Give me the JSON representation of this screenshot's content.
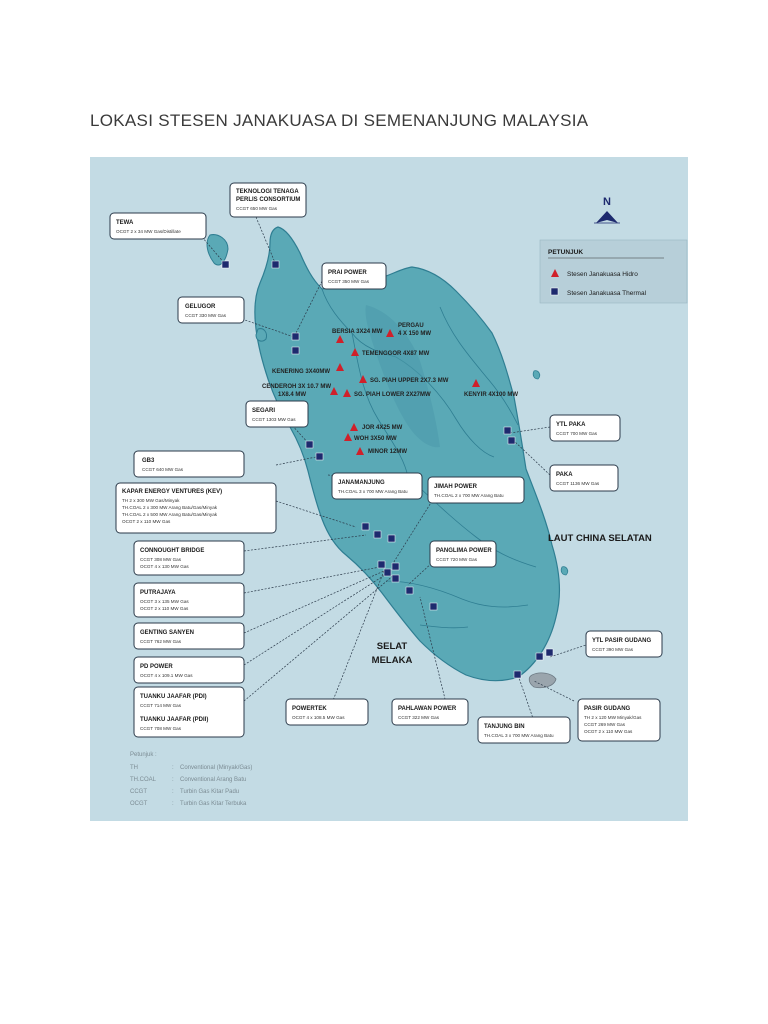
{
  "title": "LOKASI STESEN JANAKUASA DI SEMENANJUNG MALAYSIA",
  "colors": {
    "background": "#ffffff",
    "sea": "#c3dbe4",
    "land": "#5aa9b6",
    "land_dark": "#3e8ea0",
    "thermal": "#1d2a6e",
    "hydro": "#d0202a",
    "singapore": "#9aa5ad"
  },
  "legend": {
    "title": "PETUNJUK",
    "items": [
      {
        "label": "Stesen Janakuasa Hidro",
        "symbol": "red-triangle"
      },
      {
        "label": "Stesen Janakuasa Thermal",
        "symbol": "navy-square"
      }
    ]
  },
  "compass": {
    "label": "N"
  },
  "sea_labels": {
    "south_china_sea": "LAUT CHINA SELATAN",
    "strait_line1": "SELAT",
    "strait_line2": "MELAKA"
  },
  "stations": [
    {
      "id": "tewa",
      "name": "TEWA",
      "detail": "OCGT 2 x 34 MW Gas/Distillate"
    },
    {
      "id": "perlis",
      "name": "TEKNOLOGI TENAGA",
      "name2": "PERLIS CONSORTIUM",
      "detail": "CCGT 650 MW Gas"
    },
    {
      "id": "prai",
      "name": "PRAI POWER",
      "detail": "CCGT 350 MW Gas"
    },
    {
      "id": "gelugor",
      "name": "GELUGOR",
      "detail": "CCGT 330 MW Gas"
    },
    {
      "id": "segari",
      "name": "SEGARI",
      "detail": "CCGT 1303 MW Gas"
    },
    {
      "id": "gb3",
      "name": "GB3",
      "detail": "CCGT 640 MW Gas"
    },
    {
      "id": "kev",
      "name": "KAPAR ENERGY VENTURES (KEV)",
      "details": [
        "TH 2 x 300 MW Gas/Minyak",
        "TH.COAL 2 x 300 MW Arang Batu/Gas/Minyak",
        "TH.COAL 2 x 500 MW Arang Batu/Gas/Minyak",
        "OCGT 2 x 110 MW Gas"
      ]
    },
    {
      "id": "connought",
      "name": "CONNOUGHT BRIDGE",
      "details": [
        "CCGT 308 MW Gas",
        "OCGT 4 x 130 MW Gas"
      ]
    },
    {
      "id": "putrajaya",
      "name": "PUTRAJAYA",
      "details": [
        "OCGT 3 x 135 MW Gas",
        "OCGT 2 x 110 MW Gas"
      ]
    },
    {
      "id": "genting",
      "name": "GENTING SANYEN",
      "detail": "CCGT 762 MW Gas"
    },
    {
      "id": "pdpower",
      "name": "PD POWER",
      "detail": "OCGT 4 x 109.1 MW Gas"
    },
    {
      "id": "tuanku",
      "name": "TUANKU JAAFAR (PDI)",
      "detail": "CCGT 714 MW Gas",
      "name2": "TUANKU JAAFAR (PDII)",
      "detail2": "CCGT 708 MW Gas"
    },
    {
      "id": "janamanjung",
      "name": "JANAMANJUNG",
      "detail": "TH.COAL 3 x 700 MW Arang Batu"
    },
    {
      "id": "jimah",
      "name": "JIMAH POWER",
      "detail": "TH.COAL 2 x 700 MW Arang Batu"
    },
    {
      "id": "panglima",
      "name": "PANGLIMA POWER",
      "detail": "CCGT 720 MW Gas"
    },
    {
      "id": "powertek",
      "name": "POWERTEK",
      "detail": "OCGT 4 x 108.5 MW Gas"
    },
    {
      "id": "pahlawan",
      "name": "PAHLAWAN POWER",
      "detail": "CCGT 322 MW Gas"
    },
    {
      "id": "tanjungbin",
      "name": "TANJUNG BIN",
      "detail": "TH.COAL 3 x 700 MW Arang Batu"
    },
    {
      "id": "pasirgudang",
      "name": "PASIR GUDANG",
      "details": [
        "TH 2 x 120 MW Minyak/Gas",
        "CCGT 269 MW Gas",
        "OCGT 2 x 110 MW Gas"
      ]
    },
    {
      "id": "ytlpasir",
      "name": "YTL PASIR GUDANG",
      "detail": "CCGT 390 MW Gas"
    },
    {
      "id": "ytlpaka",
      "name": "YTL PAKA",
      "detail": "CCGT 700 MW Gas"
    },
    {
      "id": "paka",
      "name": "PAKA",
      "detail": "CCGT 1136 MW Gas"
    }
  ],
  "hydro_stations": [
    {
      "label": "BERSIA 3X24 MW"
    },
    {
      "label": "PERGAU",
      "label2": "4 X 150 MW"
    },
    {
      "label": "TEMENGGOR 4X87 MW"
    },
    {
      "label": "KENERING 3X40MW"
    },
    {
      "label": "CENDEROH 3X 10.7 MW",
      "label2": "1X8.4 MW"
    },
    {
      "label": "SG. PIAH UPPER 2X7.3 MW"
    },
    {
      "label": "SG. PIAH LOWER 2X27MW"
    },
    {
      "label": "KENYIR 4X100 MW"
    },
    {
      "label": "JOR 4X25 MW"
    },
    {
      "label": "WOH 3X50 MW"
    },
    {
      "label": "MINOR 12MW"
    }
  ],
  "abbreviations": {
    "title": "Petunjuk :",
    "items": [
      {
        "code": "TH",
        "desc": "Conventional (Minyak/Gas)"
      },
      {
        "code": "TH.COAL",
        "desc": "Conventional Arang Batu"
      },
      {
        "code": "CCGT",
        "desc": "Turbin Gas Kitar Padu"
      },
      {
        "code": "OCGT",
        "desc": "Turbin Gas Kitar Terbuka"
      }
    ]
  }
}
